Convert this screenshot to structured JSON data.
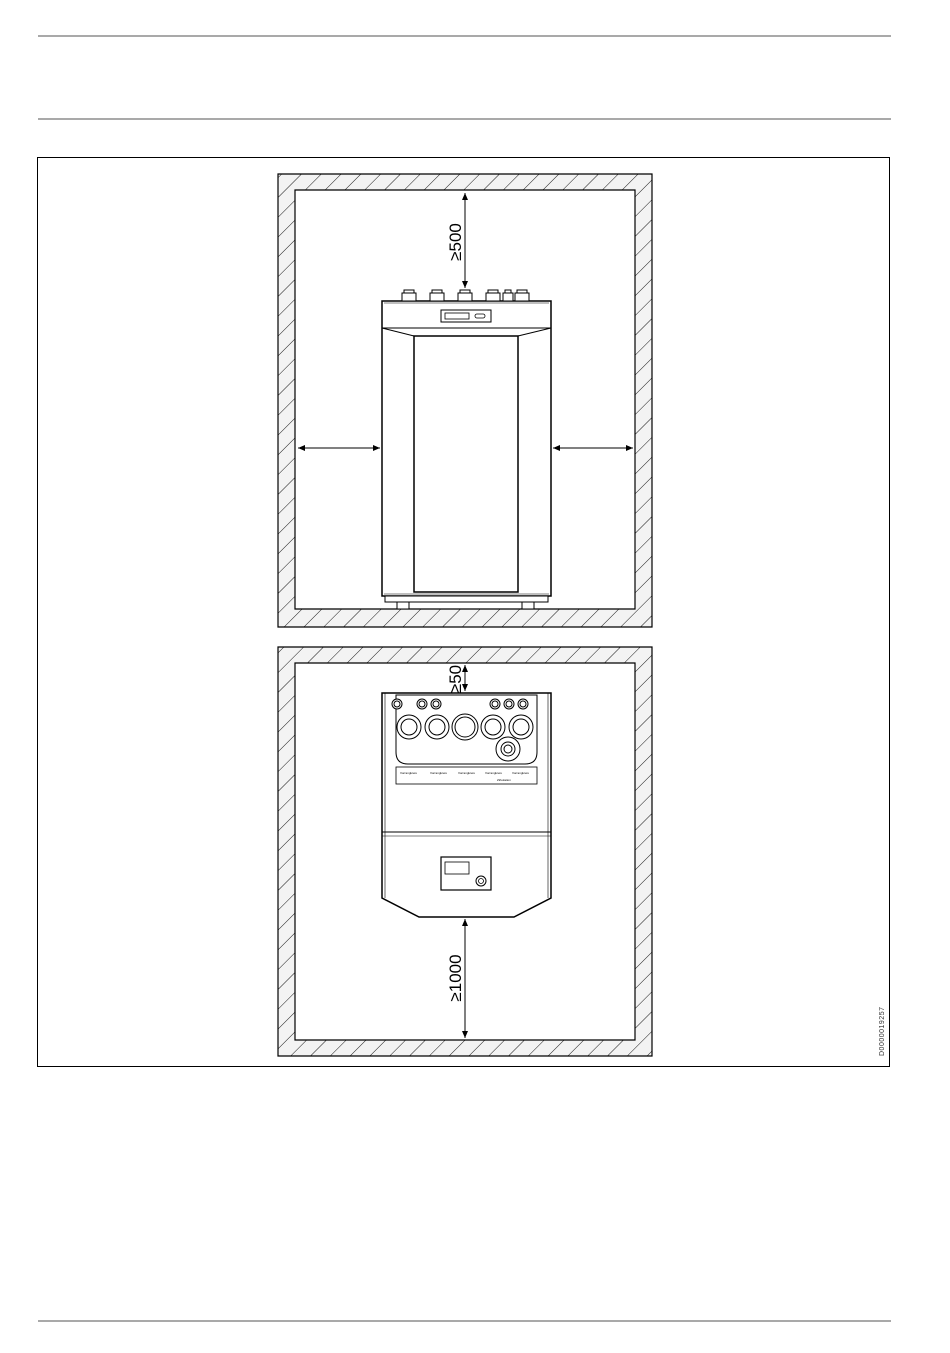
{
  "figure": {
    "front_view": {
      "dim_top": "≥500"
    },
    "top_view": {
      "dim_top": "≥50",
      "dim_bottom": "≥1000",
      "panel_labels": [
        "Vorrangkreis",
        "Vorrangkreis",
        "Vorrangkreis",
        "Vorrangkreis",
        "Vorrangkreis"
      ],
      "panel_sublabel": "Zirkulation"
    },
    "doc_id": "D0000019257"
  }
}
